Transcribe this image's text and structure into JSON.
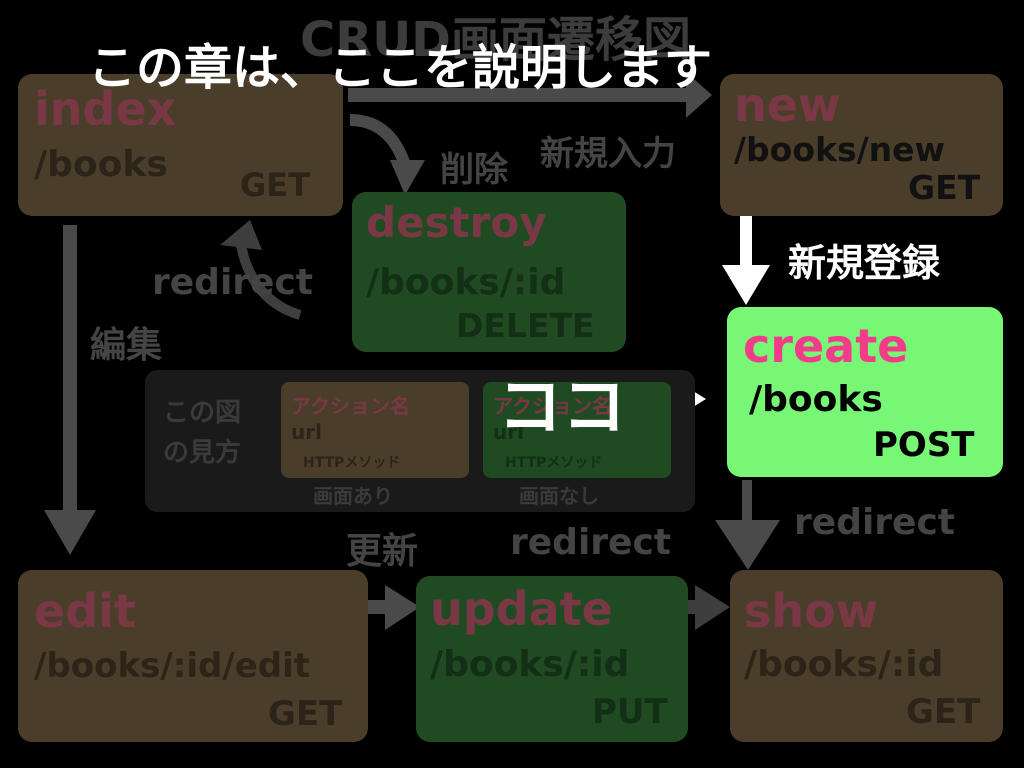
{
  "diagram_title": "CRUD画面遷移図",
  "heading": "この章は、ここを説明します",
  "pointer_label": "ココ",
  "colors": {
    "view_box": "#4a3e2a",
    "noview_box": "#1f4a22",
    "highlight_box": "#78f777",
    "action_pink": "#f23c8a"
  },
  "boxes": {
    "index": {
      "action": "index",
      "url": "/books",
      "method": "GET"
    },
    "new": {
      "action": "new",
      "url": "/books/new",
      "method": "GET"
    },
    "destroy": {
      "action": "destroy",
      "url": "/books/:id",
      "method": "DELETE"
    },
    "create": {
      "action": "create",
      "url": "/books",
      "method": "POST"
    },
    "edit": {
      "action": "edit",
      "url": "/books/:id/edit",
      "method": "GET"
    },
    "update": {
      "action": "update",
      "url": "/books/:id",
      "method": "PUT"
    },
    "show": {
      "action": "show",
      "url": "/books/:id",
      "method": "GET"
    }
  },
  "edge_labels": {
    "new_input": "新規入力",
    "delete": "削除",
    "new_register": "新規登録",
    "redirect_left": "redirect",
    "edit": "編集",
    "update": "更新",
    "redirect_bottom": "redirect",
    "redirect_right": "redirect"
  },
  "legend": {
    "title_line1": "この図",
    "title_line2": "の見方",
    "action": "アクション名",
    "url": "url",
    "method": "HTTPメソッド",
    "with_view": "画面あり",
    "without_view": "画面なし"
  }
}
